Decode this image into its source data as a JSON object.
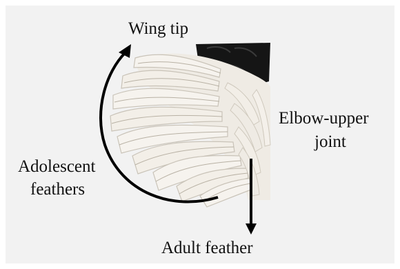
{
  "figure": {
    "background_color": "#f2f2f2",
    "feather_color": "#f4f1ec",
    "glove_color": "#151515",
    "arrow_color": "#000000"
  },
  "labels": {
    "wing_tip": "Wing tip",
    "elbow_line1": "Elbow-upper",
    "elbow_line2": "joint",
    "adolescent_line1": "Adolescent",
    "adolescent_line2": "feathers",
    "adult_feather": "Adult feather"
  }
}
